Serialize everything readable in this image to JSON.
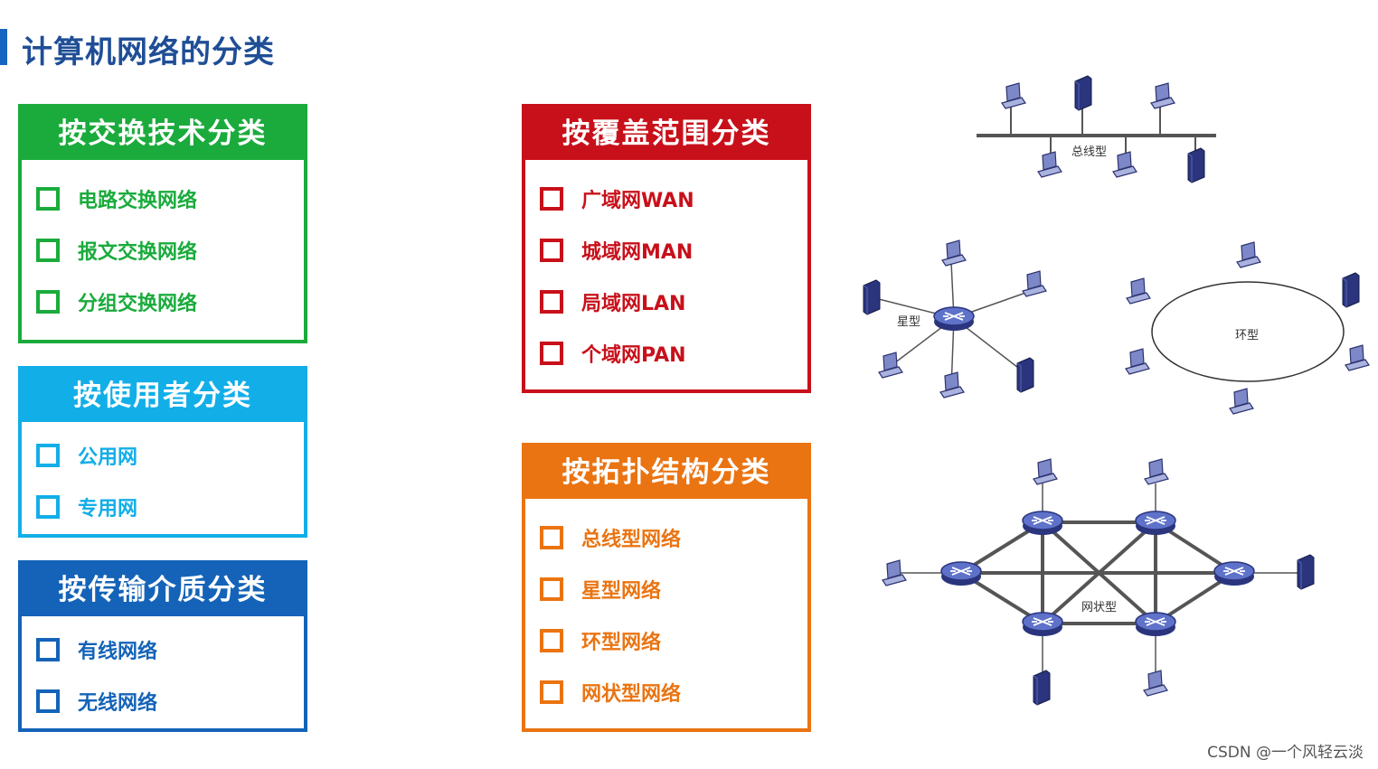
{
  "page_title": "计算机网络的分类",
  "categories": [
    {
      "key": "switching",
      "title": "按交换技术分类",
      "items": [
        "电路交换网络",
        "报文交换网络",
        "分组交换网络"
      ]
    },
    {
      "key": "users",
      "title": "按使用者分类",
      "items": [
        "公用网",
        "专用网"
      ]
    },
    {
      "key": "medium",
      "title": "按传输介质分类",
      "items": [
        "有线网络",
        "无线网络"
      ]
    },
    {
      "key": "coverage",
      "title": "按覆盖范围分类",
      "items": [
        "广域网WAN",
        "城域网MAN",
        "局域网LAN",
        "个域网PAN"
      ]
    },
    {
      "key": "topology",
      "title": "按拓扑结构分类",
      "items": [
        "总线型网络",
        "星型网络",
        "环型网络",
        "网状型网络"
      ]
    }
  ],
  "diagram_labels": {
    "bus": "总线型",
    "star": "星型",
    "ring": "环型",
    "mesh": "网状型"
  },
  "credit": "CSDN @一个风轻云淡",
  "colors": {
    "green": "#1aab3c",
    "cyan": "#12aee8",
    "blue": "#1463b8",
    "red": "#c8101a",
    "orange": "#ea7412"
  }
}
